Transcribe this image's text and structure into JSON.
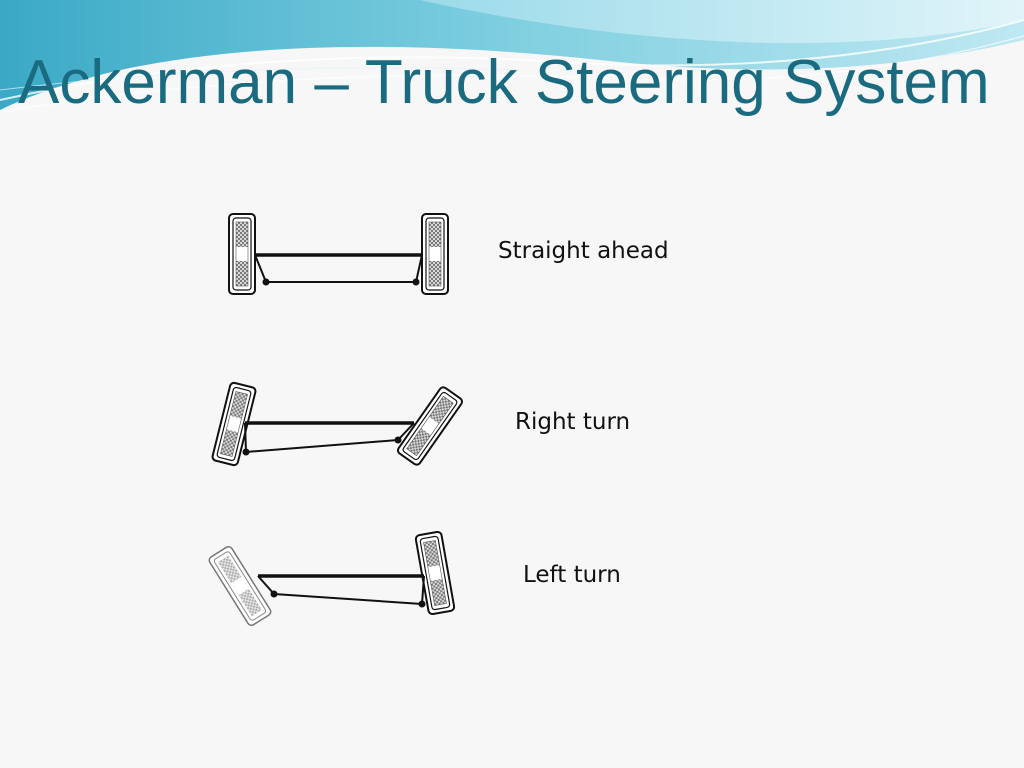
{
  "slide": {
    "title": "Ackerman – Truck Steering System",
    "captions": {
      "straight": "Straight ahead",
      "right": "Right turn",
      "left": "Left turn"
    }
  },
  "colors": {
    "title": "#1a6b80",
    "caption": "#111111",
    "background": "#f7f7f7",
    "wave_light": "#bfe8f2",
    "wave_mid": "#7fcfe0",
    "wave_dark": "#3aa9c6",
    "linkage": "#111111",
    "tire_tread": "#8a8a8a"
  },
  "icons": [
    "tire-icon",
    "axle-beam",
    "tie-rod"
  ]
}
